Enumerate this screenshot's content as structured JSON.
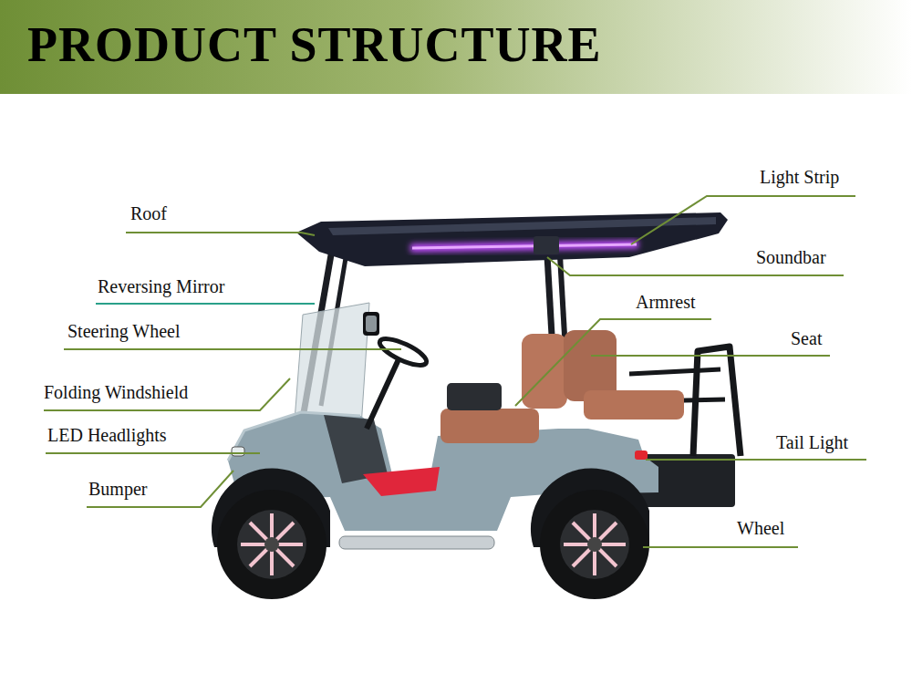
{
  "diagram": {
    "title": "PRODUCT STRUCTURE",
    "labels": [
      "Light Strip",
      "Roof",
      "Soundbar",
      "Reversing Mirror",
      "Armrest",
      "Steering Wheel",
      "Seat",
      "Folding Windshield",
      "LED Headlights",
      "Tail Light",
      "Bumper",
      "Wheel"
    ]
  }
}
